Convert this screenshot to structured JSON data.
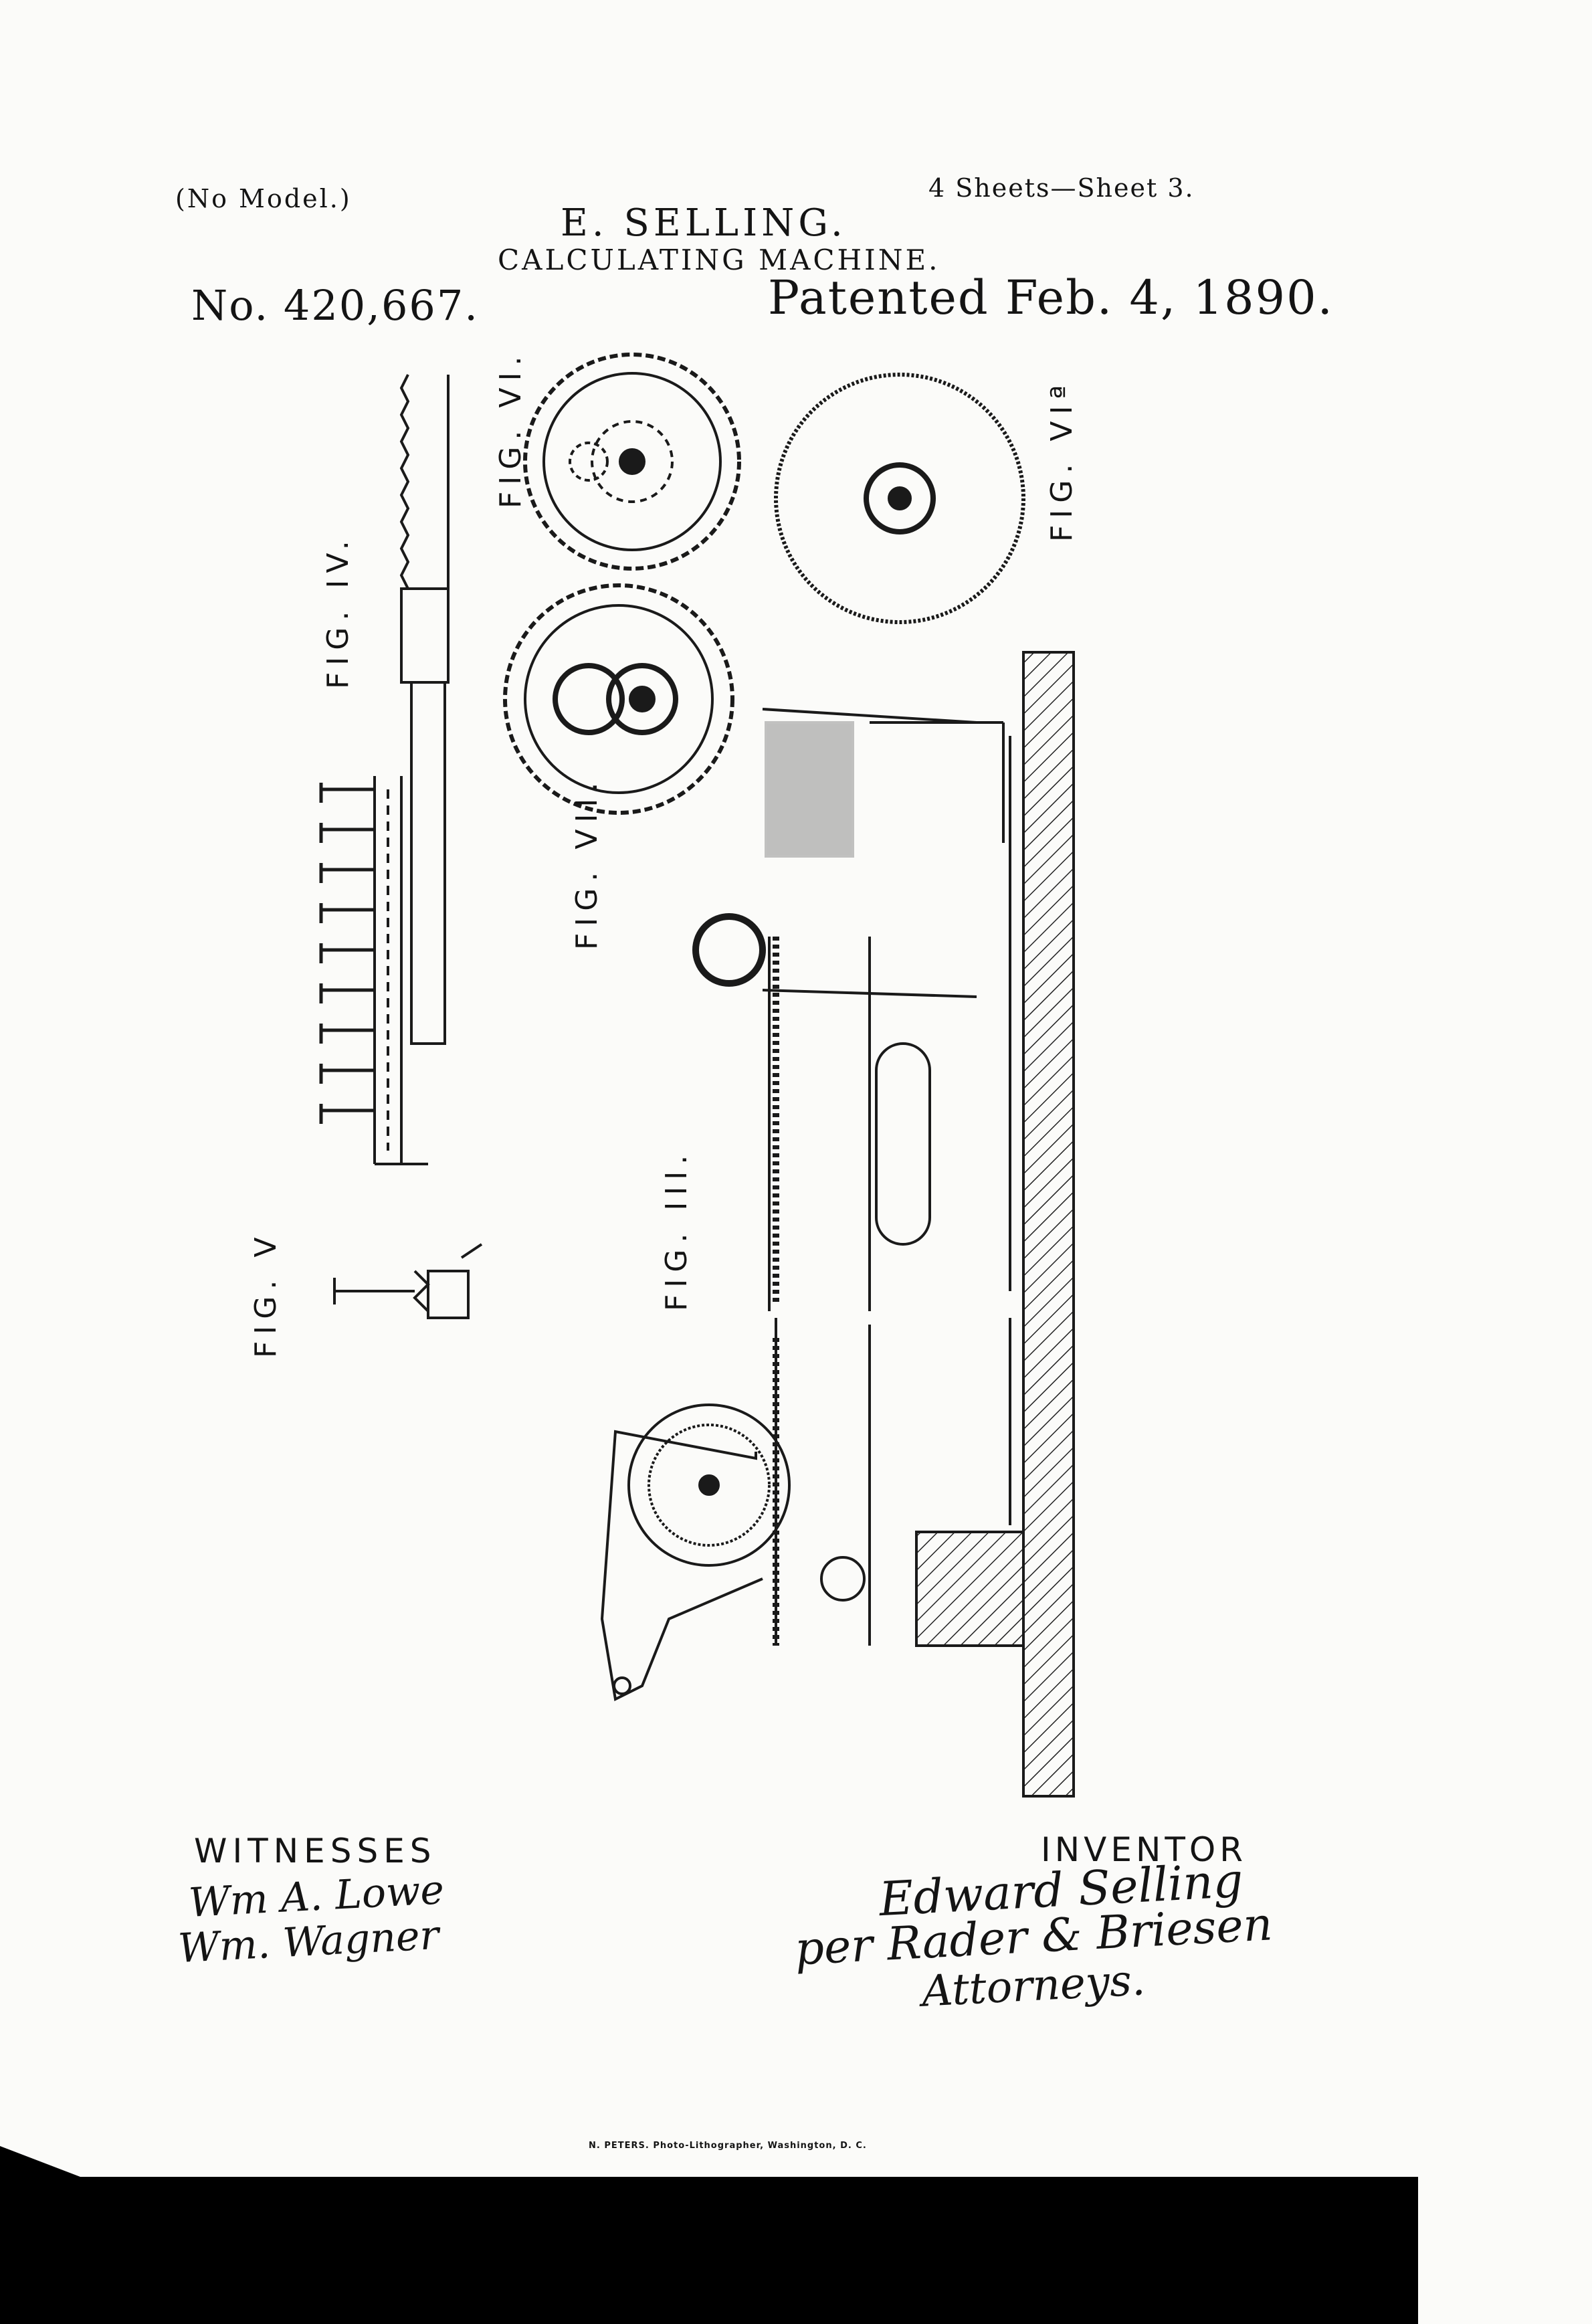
{
  "header": {
    "no_model": "(No Model.)",
    "sheets": "4 Sheets—Sheet 3.",
    "inventor_name": "E. SELLING.",
    "title": "CALCULATING MACHINE.",
    "patent_number": "No. 420,667.",
    "patented_date": "Patented Feb. 4, 1890."
  },
  "figures": {
    "fig_iv": "FIG. IV.",
    "fig_v": "FIG. V",
    "fig_vi": "FIG. VI.",
    "fig_via": "FIG. VIª",
    "fig_vii": "FIG. VII.",
    "fig_iii": "FIG. III."
  },
  "signatures": {
    "witnesses_label": "WITNESSES",
    "witness_1": "Wm A. Lowe",
    "witness_2": "Wm. Wagner",
    "inventor_label": "INVENTOR",
    "inventor_signature": "Edward Selling",
    "attorneys_line": "per Rader & Briesen",
    "attorneys": "Attorneys."
  },
  "footer": {
    "lithographer": "N. PETERS. Photo-Lithographer, Washington, D. C."
  }
}
